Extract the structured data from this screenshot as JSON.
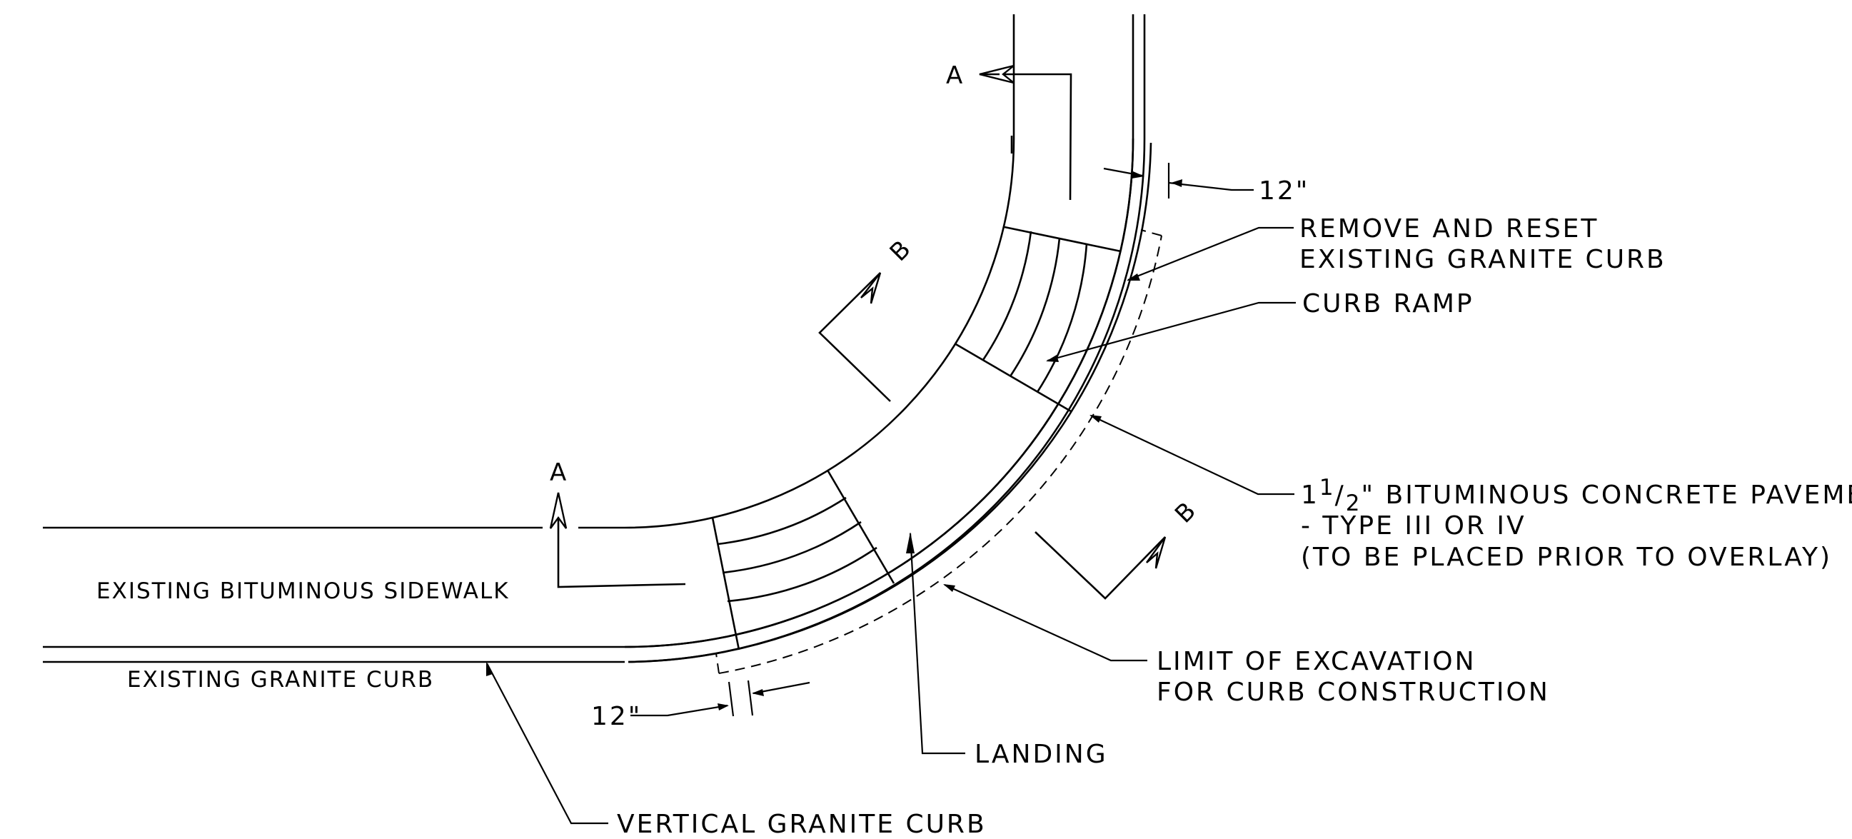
{
  "labels": {
    "dim_top": "12\"",
    "dim_bottom": "12\"",
    "remove_reset_1": "REMOVE AND RESET",
    "remove_reset_2": "EXISTING GRANITE CURB",
    "curb_ramp": "CURB RAMP",
    "pavement_1_prefix": "1",
    "pavement_1_num": "1",
    "pavement_1_den": "2",
    "pavement_1_rest": "\" BITUMINOUS CONCRETE PAVEMENT",
    "pavement_2": "- TYPE III OR IV",
    "pavement_3": "(TO BE PLACED PRIOR TO OVERLAY)",
    "limit_1": "LIMIT OF EXCAVATION",
    "limit_2": "FOR CURB CONSTRUCTION",
    "landing": "LANDING",
    "vertical_curb": "VERTICAL GRANITE CURB",
    "existing_sidewalk": "EXISTING BITUMINOUS SIDEWALK",
    "existing_curb": "EXISTING GRANITE CURB"
  },
  "section_markers": {
    "a_top": "A",
    "a_left": "A",
    "b_upper": "B",
    "b_lower": "B"
  }
}
